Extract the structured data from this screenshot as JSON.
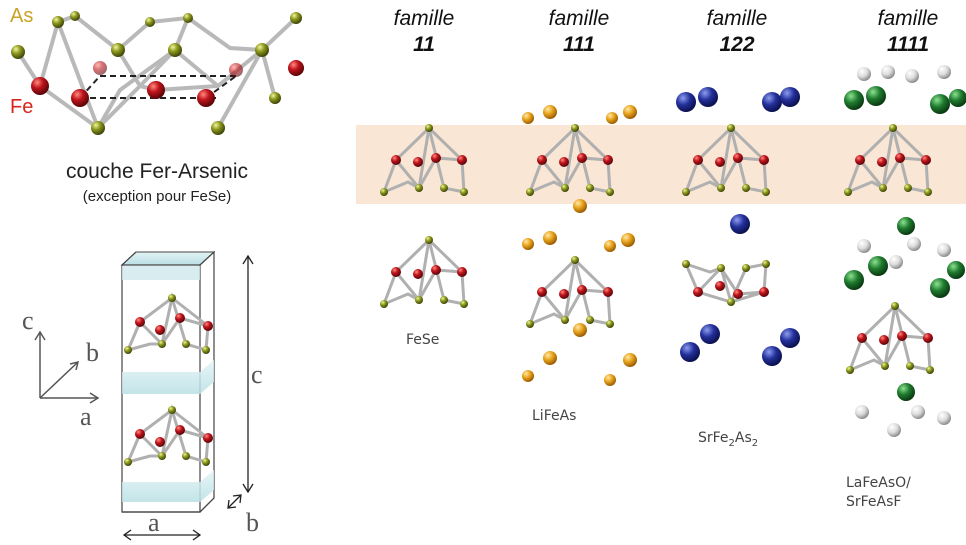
{
  "left_panel": {
    "label_as": "As",
    "label_fe": "Fe",
    "layer_title": "couche Fer-Arsenic",
    "layer_note": "(exception pour FeSe)",
    "axis_c": "c",
    "axis_b": "b",
    "axis_a": "a",
    "cell_dim_c": "c",
    "cell_dim_a": "a",
    "cell_dim_b": "b"
  },
  "families": [
    {
      "word": "famille",
      "number": "11",
      "compound": "FeSe"
    },
    {
      "word": "famille",
      "number": "111",
      "compound": "LiFeAs"
    },
    {
      "word": "famille",
      "number": "122",
      "compound": "SrFe2As2"
    },
    {
      "word": "famille",
      "number": "1111",
      "compound_line1": "LaFeAsO/",
      "compound_line2": "SrFeAsF"
    }
  ],
  "compound_122_parts": {
    "a": "SrFe",
    "sub1": "2",
    "b": "As",
    "sub2": "2"
  },
  "colors": {
    "fe": "#c0141b",
    "as": "#8d9a1e",
    "as_label": "#c9a227",
    "fe_label": "#d9261c",
    "li": "#e8a21a",
    "sr": "#23309a",
    "la": "#1f7a2e",
    "o": "#dcdcdc",
    "band": "#f9e6d4",
    "slab": "#cfe9ec"
  }
}
